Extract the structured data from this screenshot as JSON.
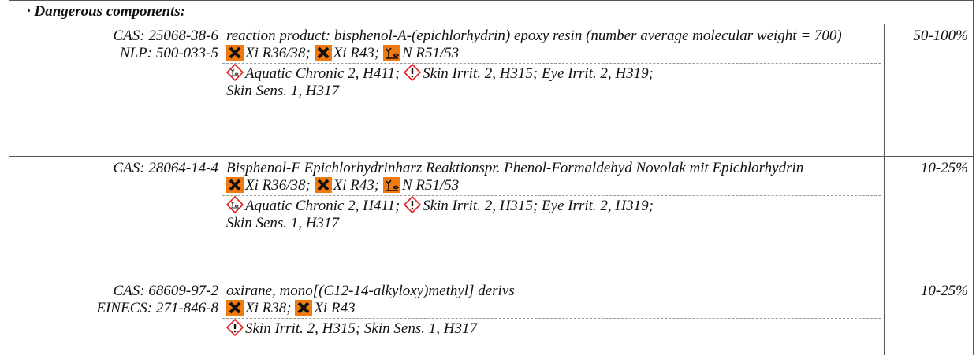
{
  "header": "· Dangerous components:",
  "rows": [
    {
      "ids": [
        "CAS: 25068-38-6",
        "NLP: 500-033-5"
      ],
      "name": "reaction product: bisphenol-A-(epichlorhydrin) epoxy resin (number average molecular weight = 700)",
      "dsd": {
        "p1": "Xi R36/38;",
        "p2": "Xi R43;",
        "p3": "N R51/53"
      },
      "clp": {
        "p1": "Aquatic Chronic 2, H411;",
        "p2": "Skin Irrit. 2, H315; Eye Irrit. 2, H319;",
        "p3": "Skin Sens. 1, H317"
      },
      "conc": "50-100%"
    },
    {
      "ids": [
        "CAS: 28064-14-4"
      ],
      "name": "Bisphenol-F Epichlorhydrinharz Reaktionspr. Phenol-Formaldehyd Novolak mit Epichlorhydrin",
      "dsd": {
        "p1": "Xi R36/38;",
        "p2": "Xi R43;",
        "p3": "N R51/53"
      },
      "clp": {
        "p1": "Aquatic Chronic 2, H411;",
        "p2": "Skin Irrit. 2, H315; Eye Irrit. 2, H319;",
        "p3": "Skin Sens. 1, H317"
      },
      "conc": "10-25%"
    },
    {
      "ids": [
        "CAS: 68609-97-2",
        "EINECS: 271-846-8"
      ],
      "name": "oxirane, mono[(C12-14-alkyloxy)methyl] derivs",
      "dsd": {
        "p1": "Xi R38;",
        "p2": "Xi R43"
      },
      "clp": {
        "p1": "Skin Irrit. 2, H315; Skin Sens. 1, H317"
      },
      "conc": "10-25%"
    }
  ],
  "icons": {
    "xi": "harmful-irritant-orange-x",
    "n": "environment-dead-tree-fish",
    "ghs09": "ghs09-environment-diamond",
    "ghs07": "ghs07-exclamation-diamond"
  },
  "colors": {
    "orange": "#f07a10",
    "ghs_red": "#e02020"
  }
}
